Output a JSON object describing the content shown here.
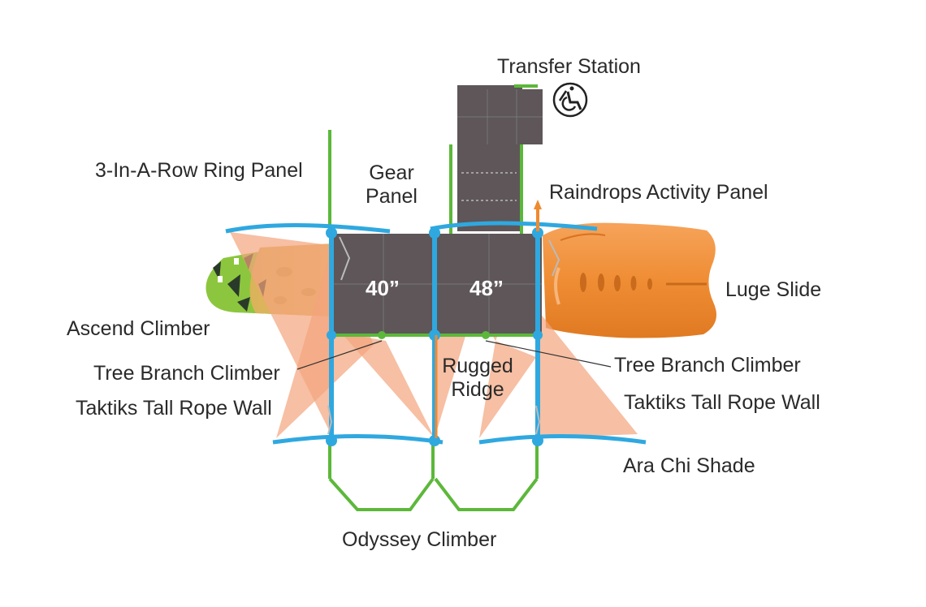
{
  "labels": {
    "transfer_station": "Transfer Station",
    "ring_panel": "3-In-A-Row Ring Panel",
    "gear_panel_line1": "Gear",
    "gear_panel_line2": "Panel",
    "raindrops_panel": "Raindrops Activity Panel",
    "luge_slide": "Luge Slide",
    "ascend_climber": "Ascend Climber",
    "tree_branch_left": "Tree Branch Climber",
    "tree_branch_right": "Tree Branch Climber",
    "rugged_ridge_line1": "Rugged",
    "rugged_ridge_line2": "Ridge",
    "taktiks_left": "Taktiks Tall Rope Wall",
    "taktiks_right": "Taktiks Tall Rope Wall",
    "ara_chi_shade": "Ara Chi Shade",
    "odyssey_climber": "Odyssey Climber"
  },
  "decks": {
    "left_height": "40”",
    "right_height": "48”"
  },
  "icons": {
    "accessibility": "wheelchair-icon"
  },
  "colors": {
    "post_blue": "#2fa8e0",
    "frame_green": "#5cb83a",
    "deck_gray": "#5e5658",
    "shade_peach": "#f4a47c",
    "slide_orange": "#ee8a30",
    "climber_yellow": "#e2b457"
  }
}
